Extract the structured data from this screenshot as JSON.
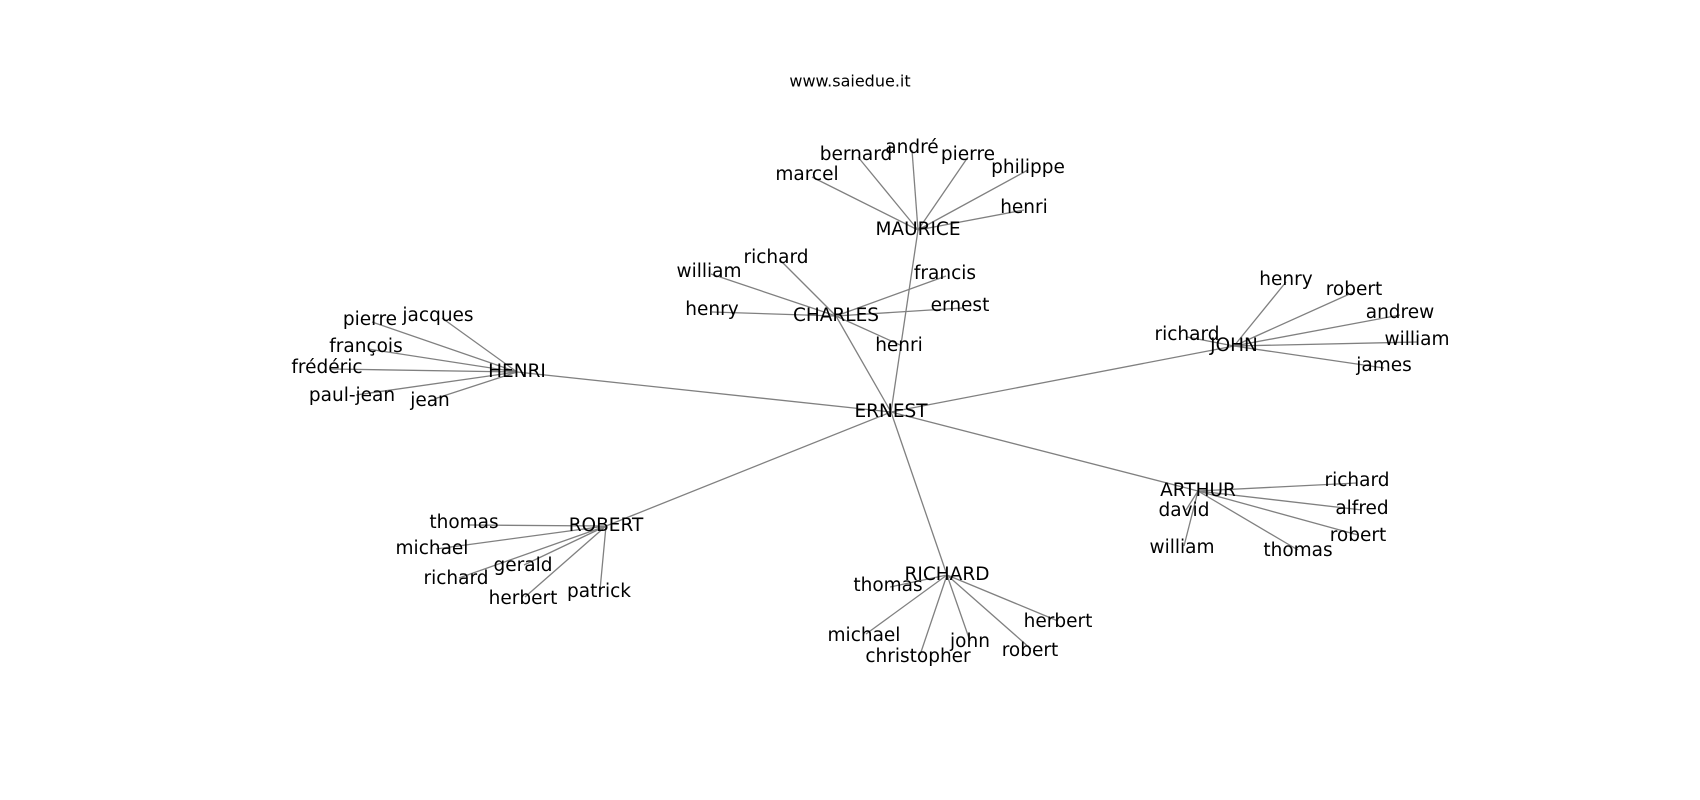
{
  "header": {
    "site_title": "www.saiedue.it"
  },
  "network": {
    "root": "ERNEST",
    "hubs": [
      {
        "id": "maurice",
        "label": "MAURICE",
        "children": [
          "marcel",
          "bernard",
          "andré",
          "pierre",
          "philippe",
          "henri"
        ]
      },
      {
        "id": "charles",
        "label": "CHARLES",
        "children": [
          "william",
          "richard",
          "henry",
          "francis",
          "ernest",
          "henri"
        ]
      },
      {
        "id": "henri",
        "label": "HENRI",
        "children": [
          "pierre",
          "jacques",
          "françois",
          "frédéric",
          "paul-jean",
          "jean"
        ]
      },
      {
        "id": "john",
        "label": "JOHN",
        "children": [
          "richard",
          "henry",
          "robert",
          "andrew",
          "william",
          "james"
        ]
      },
      {
        "id": "arthur",
        "label": "ARTHUR",
        "children": [
          "richard",
          "david",
          "alfred",
          "robert",
          "william",
          "thomas"
        ]
      },
      {
        "id": "robert",
        "label": "ROBERT",
        "children": [
          "thomas",
          "michael",
          "gerald",
          "richard",
          "herbert",
          "patrick"
        ]
      },
      {
        "id": "richard",
        "label": "RICHARD",
        "children": [
          "thomas",
          "michael",
          "christopher",
          "john",
          "herbert",
          "robert"
        ]
      }
    ]
  }
}
